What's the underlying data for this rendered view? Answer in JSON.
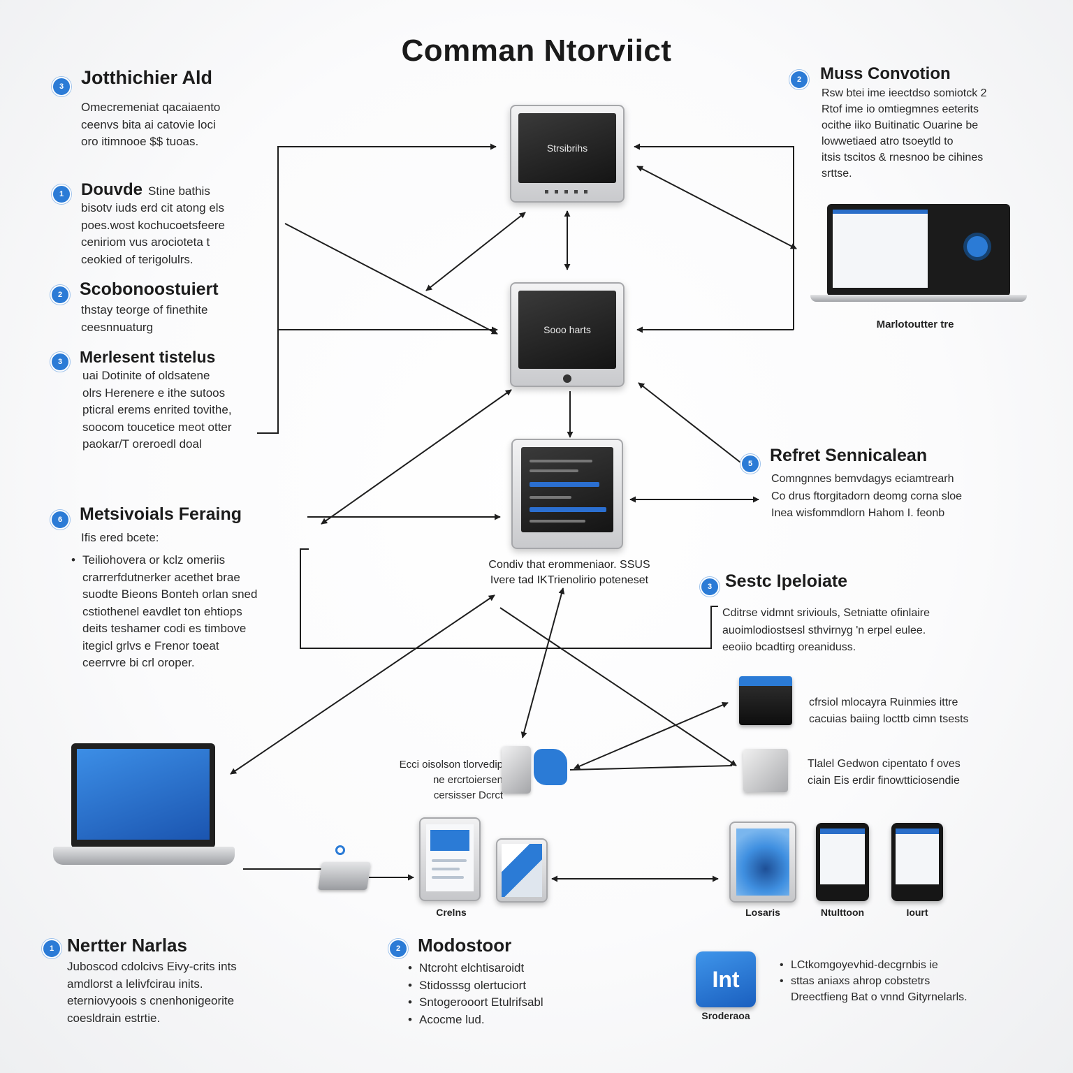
{
  "title": "Comman Ntorviict",
  "colors": {
    "accent_blue": "#2b7bd6",
    "screen_dark": "#1b1b1b",
    "line": "#1e1e1e"
  },
  "left_sections": [
    {
      "dot": "3",
      "title": "Jotthichier Ald",
      "lines": [
        "Omecremeniat qacaiaento",
        "ceenvs bita ai catovie loci",
        "oro itimnooe $$ tuoas."
      ]
    },
    {
      "dot": "1",
      "title": "Douvde",
      "lines": [
        "Stine bathis",
        "bisotv iuds erd cit atong els",
        "poes.wost kochucoetsfeere",
        "ceniriom vus arocioteta t",
        "ceokied of terigolulrs."
      ]
    },
    {
      "dot": "2",
      "title": "Scobonoostuiert",
      "lines": [
        "thstay teorge of finethite",
        "ceesnnuaturg"
      ]
    },
    {
      "dot": "3",
      "title": "Merlesent tistelus",
      "lines": [
        "uai Dotinite of oldsatene",
        "olrs Herenere e ithe sutoos",
        "pticral erems enrited tovithe,",
        "soocom toucetice meot otter",
        "paokar/T oreroedl doal"
      ]
    },
    {
      "dot": "6",
      "title": "Metsivoials Feraing",
      "sub": "Ifis ered bcete:",
      "bullets": [
        "Teiliohovera or kclz omeriis",
        "crarrerfdutnerker acethet brae",
        "suodte Bieons Bonteh orlan sned",
        "cstiothenel eavdlet ton ehtiops",
        "deits teshamer codi es timbove",
        "itegicl grlvs e Frenor toeat",
        "ceerrvre bi crl oroper."
      ]
    }
  ],
  "right_sections": [
    {
      "dot": "2",
      "title": "Muss Convotion",
      "lines": [
        "Rsw btei ime ieectdso somiotck 2",
        "Rtof ime io omtiegmnes eeterits",
        "ocithe iiko Buitinatic Ouarine be",
        "lowwetiaed atro tsoeytld to",
        "itsis tscitos & rnesnoo be cihines",
        "srttse."
      ]
    },
    {
      "dot": "5",
      "title": "Refret Sennicalean",
      "lines": [
        "Comngnnes bemvdagys eciamtrearh",
        "Co drus ftorgitadorn deomg corna sloe",
        "Inea wisfommdlorn Hahom I. feonb"
      ]
    },
    {
      "dot": "3",
      "title": "Sestc Ipeloiate",
      "lines": [
        "Cditrse vidmnt sriviouls, Setniatte ofinlaire",
        "auoimlodiostsesl sthvirnyg 'n erpel eulee.",
        "eeoiio bcadtirg oreaniduss."
      ]
    }
  ],
  "device_labels": {
    "top_screen": "Strsibrihs",
    "mid_screen": "Sooo harts",
    "laptop_right": "Marlotoutter tre",
    "center_caption": [
      "Condiv that erommeniaor. SSUS",
      "Ivere tad IKTrienolirio poteneset"
    ],
    "right_text_1": [
      "cfrsiol mlocayra Ruinmies ittre",
      "cacuias baiing locttb cimn tsests"
    ],
    "right_text_2": [
      "Tlalel Gedwon cipentato f oves",
      "ciain Eis erdir finowtticiosendie"
    ],
    "mid_left_text": [
      "Ecci oisolson tlorvedip",
      "ne ercrtoiersen",
      "cersisser Dcrct"
    ],
    "bottom_clients": "Crelns",
    "bottom_locals": "Losaris",
    "bottom_mutoon": "Ntulttoon",
    "bottom_iourt": "Iourt"
  },
  "bottom_sections": [
    {
      "dot": "1",
      "title": "Nertter Narlas",
      "lines": [
        "Juboscod cdolcivs Eivy-crits ints",
        "amdlorst a lelivfcirau inits.",
        "eterniovyoois s cnenhonigeorite",
        "coesldrain estrtie."
      ]
    },
    {
      "dot": "2",
      "title": "Modostoor",
      "bullets": [
        "Ntcroht elchtisaroidt",
        "Stidosssg olertuciort",
        "Sntogerooort Etulrifsabl",
        "Acocme lud."
      ]
    }
  ],
  "app_tile": {
    "glyph": "Int",
    "label": "Sroderaoa",
    "bullets": [
      "LCtkomgoyevhid-decgrnbis ie",
      "sttas aniaxs ahrop cobstetrs",
      "Dreectfieng Bat o vnnd Gityrnelarls."
    ]
  }
}
